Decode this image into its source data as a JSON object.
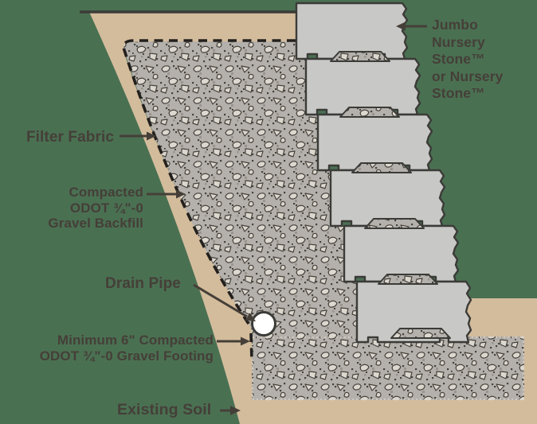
{
  "diagram": {
    "type": "retaining-wall-cross-section",
    "block_count": 6
  },
  "labels": {
    "jumbo": "Jumbo\nNursery\nStone™\nor Nursery\nStone™",
    "filter_fabric": "Filter Fabric",
    "gravel_backfill": "Compacted\nODOT ¾\"-0\nGravel Backfill",
    "drain_pipe": "Drain Pipe",
    "gravel_footing": "Minimum 6\" Compacted\nODOT ¾\"-0 Gravel Footing",
    "existing_soil": "Existing Soil"
  },
  "colors": {
    "bg": "#4A7052",
    "soil": "#D3BC9C",
    "gravel": "#B4B0AB",
    "stone": "#DCD8CF",
    "stone_edge": "#45413B",
    "dot": "#47433D",
    "mid": "#99948D",
    "block": "#C8C8C6",
    "outline": "#3B3B38",
    "text": "#453F38",
    "dash": "#23201D",
    "pipe": "#FFFFFF",
    "footing_dots": "#D9D3C7"
  }
}
